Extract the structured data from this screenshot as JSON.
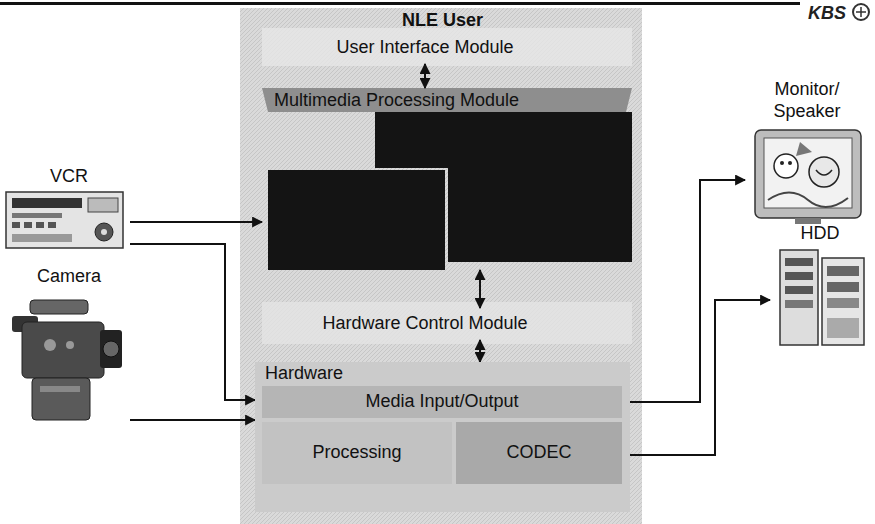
{
  "diagram": {
    "nodes": [
      {
        "text": [
          "NLE User"
        ]
      },
      {
        "text": [
          "User Interface Module"
        ],
        "in": 0
      },
      {
        "text": [
          "Multimedia Processing Module"
        ],
        "in": 0
      },
      {
        "text": [
          "Hardware Control Module"
        ],
        "in": 0
      },
      {
        "text": [
          "Hardware"
        ],
        "in": 0
      },
      {
        "text": [
          "Media Input/Output"
        ],
        "in": 4
      },
      {
        "text": [
          "Processing"
        ],
        "in": 4
      },
      {
        "text": [
          "CODEC"
        ],
        "in": 4
      },
      {
        "text": [
          "VCR"
        ]
      },
      {
        "text": [
          "Camera"
        ]
      },
      {
        "text": [
          "Monitor/ Speaker"
        ]
      },
      {
        "text": [
          "HDD"
        ]
      }
    ],
    "edges": [
      {
        "from": 1,
        "to": 2,
        "arrow": "both"
      },
      {
        "from": 2,
        "to": 3,
        "arrow": "both"
      },
      {
        "from": 3,
        "to": 4,
        "arrow": "both"
      },
      {
        "from": 8,
        "to": 2,
        "arrow": "to"
      },
      {
        "from": 8,
        "to": 4,
        "arrow": "to"
      },
      {
        "from": 9,
        "to": 4,
        "arrow": "to"
      },
      {
        "from": 4,
        "to": 10,
        "arrow": "to"
      },
      {
        "from": 4,
        "to": 11,
        "arrow": "to"
      }
    ],
    "labels": [
      "KBS"
    ]
  }
}
